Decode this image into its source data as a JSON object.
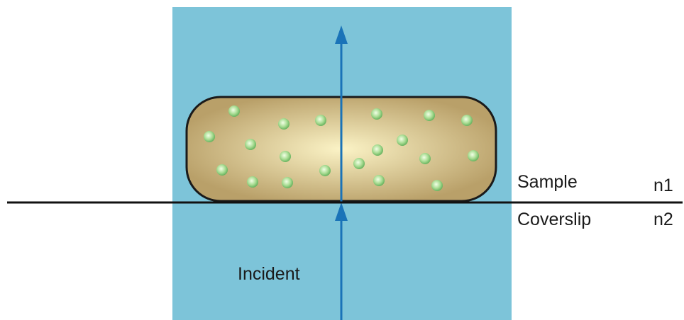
{
  "labels": {
    "sample": "Sample",
    "coverslip": "Coverslip",
    "n1": "n1",
    "n2": "n2",
    "incident": "Incident"
  },
  "colors": {
    "medium": "#7dc4d9",
    "beam": "#1a73b8",
    "interface": "#111111",
    "cell_center": "#fbf3c6",
    "cell_edge": "#b9a069",
    "cell_outline": "#1a1a1a",
    "particle_center": "#f2ffe6",
    "particle_edge": "#78c16e"
  },
  "icons": {
    "beam_arrow_up": "arrow-up-icon",
    "beam_arrow_incident": "arrow-up-icon"
  }
}
